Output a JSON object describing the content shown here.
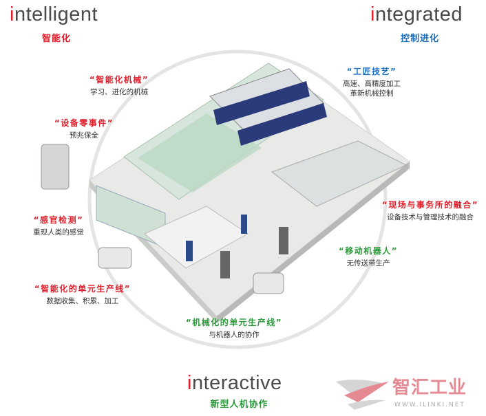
{
  "colors": {
    "red": "#e0202c",
    "blue": "#1a6fc0",
    "green": "#2a9a3a",
    "gray": "#4a4a4a"
  },
  "headings": {
    "intelligent": {
      "first": "i",
      "rest": "ntelligent",
      "sub": "智能化"
    },
    "integrated": {
      "first": "i",
      "rest": "ntegrated",
      "sub": "控制进化"
    },
    "interactive": {
      "first": "i",
      "rest": "nteractive",
      "sub": "新型人机协作"
    }
  },
  "labels": [
    {
      "title": "“智能化机械”",
      "desc": "学习、进化的机械"
    },
    {
      "title": "“设备零事件”",
      "desc": "预兆保全"
    },
    {
      "title": "“感官检测”",
      "desc": "重现人类的感觉"
    },
    {
      "title": "“智能化的单元生产线”",
      "desc": "数据收集、积累、加工"
    },
    {
      "title": "“工匠技艺”",
      "desc": "高速、高精度加工",
      "desc2": "革新机械控制"
    },
    {
      "title": "“现场与事务所的融合”",
      "desc": "设备技术与管理技术的融合"
    },
    {
      "title": "“移动机器人”",
      "desc": "无传送带生产"
    },
    {
      "title": "“机械化的单元生产线”",
      "desc": "与机器人的协作"
    }
  ],
  "watermark": {
    "name": "智汇工业",
    "url": "WWW.ILINKI.NET"
  }
}
